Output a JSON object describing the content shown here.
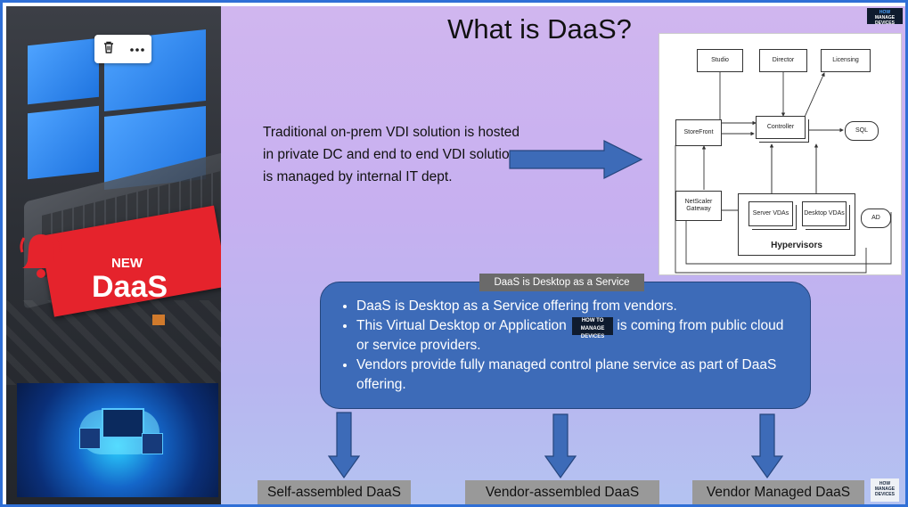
{
  "slide": {
    "title": "What is DaaS?",
    "intro": "Traditional on-prem VDI solution is hosted in private DC and end to end VDI solution is managed by internal IT dept.",
    "brand_logo_top": "HOW",
    "brand_logo_bottom": "MANAGE DEVICES",
    "callout_tag": "DaaS is Desktop as a Service",
    "bullets": [
      "DaaS is Desktop as a Service offering from vendors.",
      "This Virtual Desktop or Application",
      "is coming from public cloud or service providers.",
      "Vendors provide fully managed control plane service as part of DaaS offering."
    ],
    "bullet2_inline_logo_top": "HOW TO",
    "bullet2_inline_logo_bottom": "MANAGE DEVICES",
    "bottom_boxes": [
      "Self-assembled DaaS",
      "Vendor-assembled DaaS",
      "Vendor Managed DaaS"
    ]
  },
  "diagram": {
    "studio": "Studio",
    "director": "Director",
    "licensing": "Licensing",
    "storefront": "StoreFront",
    "controller": "Controller",
    "sql": "SQL",
    "netscaler": "NetScaler Gateway",
    "server_vdas": "Server VDAs",
    "desktop_vdas": "Desktop VDAs",
    "ad": "AD",
    "hypervisors": "Hypervisors"
  },
  "left_panel": {
    "new": "NEW",
    "daas": "DaaS"
  },
  "colors": {
    "frame": "#2f6fd6",
    "callout": "#3d6bb8",
    "arrow": "#3d6bb8",
    "banner": "#e5232c",
    "bottom_box": "#999999"
  }
}
